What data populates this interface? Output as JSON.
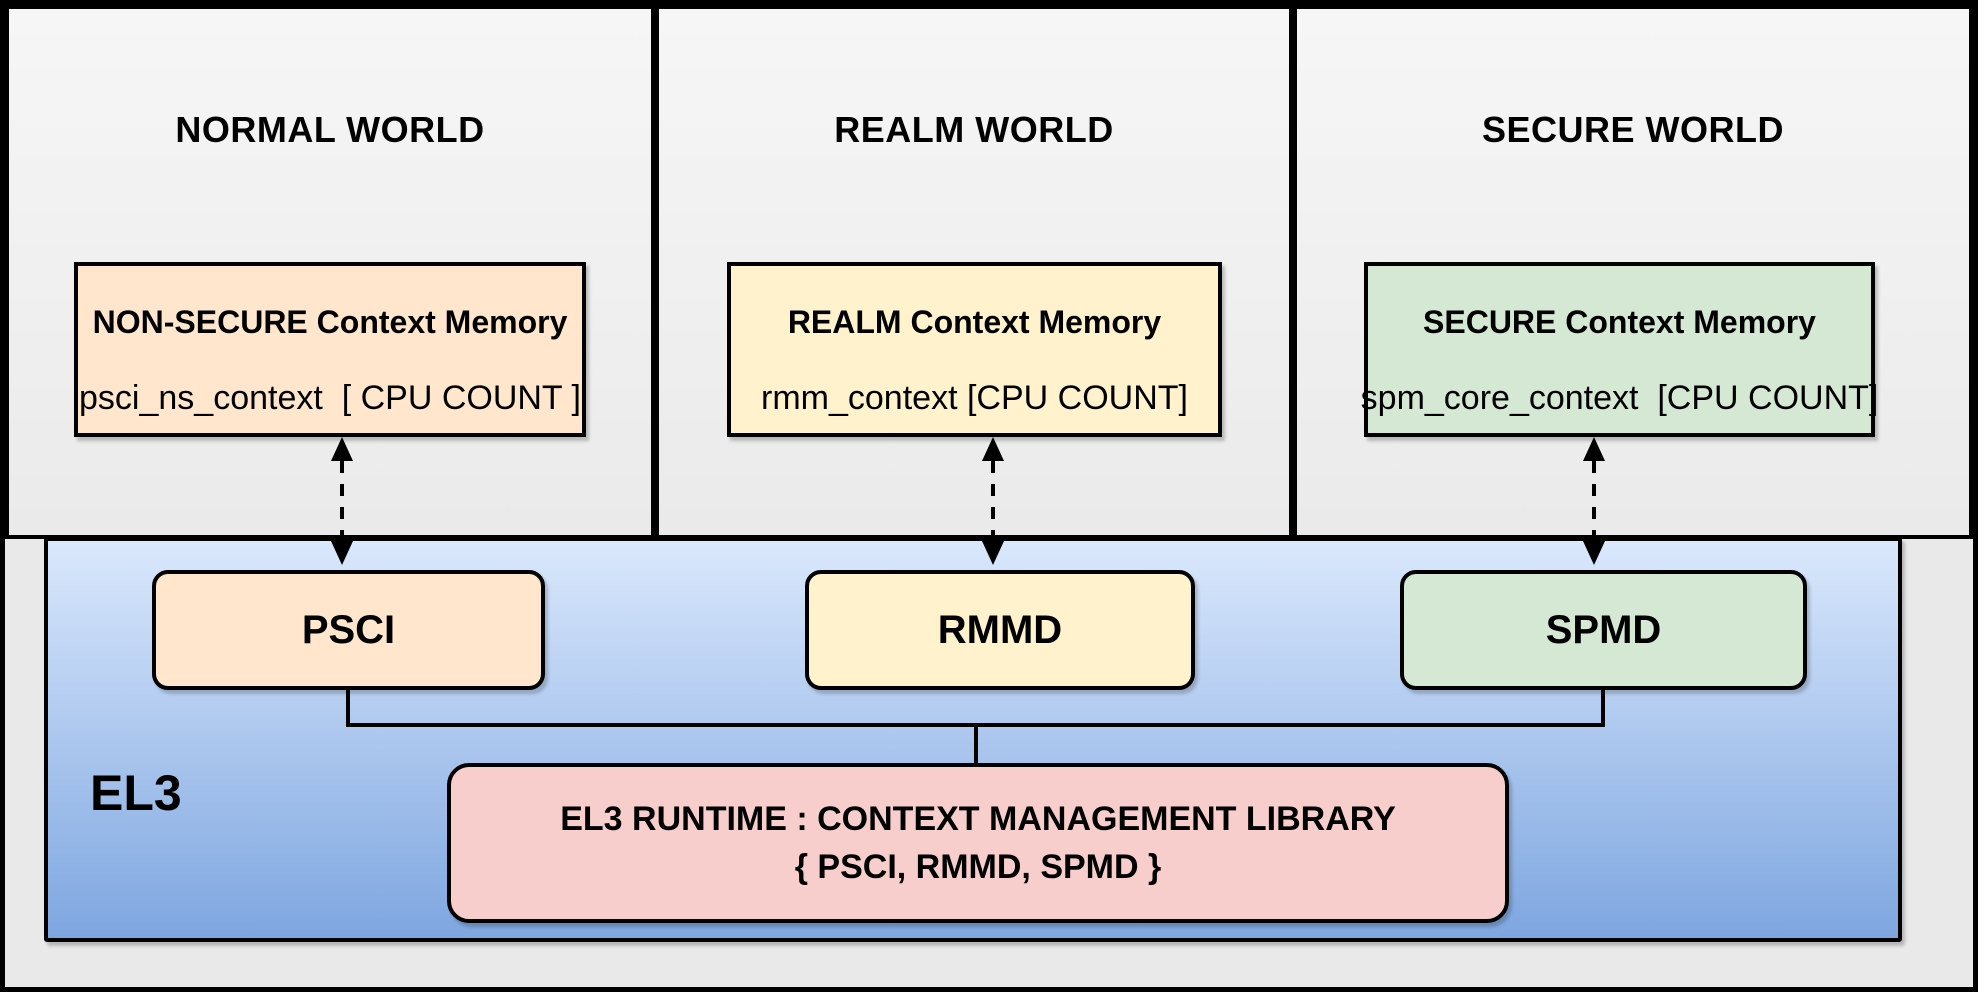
{
  "worlds": [
    {
      "title": "NORMAL WORLD",
      "memory_title": "NON-SECURE Context Memory",
      "memory_value": "psci_ns_context  [ CPU COUNT ]",
      "module_label": "PSCI",
      "fill": "#ffe6cc"
    },
    {
      "title": "REALM WORLD",
      "memory_title": "REALM Context Memory",
      "memory_value": "rmm_context [CPU COUNT]",
      "module_label": "RMMD",
      "fill": "#fff2cc"
    },
    {
      "title": "SECURE WORLD",
      "memory_title": "SECURE Context Memory",
      "memory_value": "spm_core_context  [CPU COUNT]",
      "module_label": "SPMD",
      "fill": "#d5e8d4"
    }
  ],
  "el3": {
    "label": "EL3",
    "runtime_box": {
      "line1": "EL3 RUNTIME : CONTEXT MANAGEMENT LIBRARY",
      "line2": "{ PSCI, RMMD, SPMD }",
      "fill": "#f8cecc"
    },
    "fill_top": "#dae8fc",
    "fill_bottom": "#7ea6e0"
  },
  "colors": {
    "border": "#000000",
    "canvas_bg": "#e9e9e9",
    "panel_bg_top": "#f6f6f6",
    "panel_bg_bottom": "#eaeaea"
  }
}
